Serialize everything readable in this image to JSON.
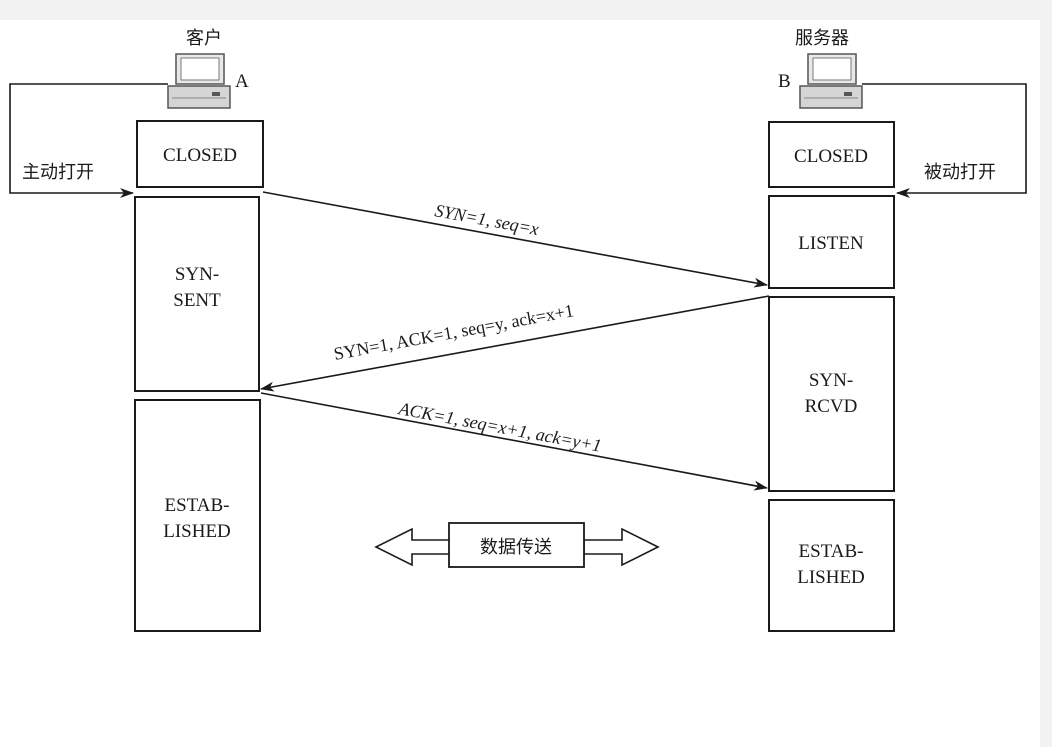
{
  "client": {
    "title": "客户",
    "letter": "A",
    "open_label": "主动打开"
  },
  "server": {
    "title": "服务器",
    "letter": "B",
    "open_label": "被动打开"
  },
  "client_states": [
    {
      "line1": "CLOSED",
      "line2": ""
    },
    {
      "line1": "SYN-",
      "line2": "SENT"
    },
    {
      "line1": "ESTAB-",
      "line2": "LISHED"
    }
  ],
  "server_states": [
    {
      "line1": "CLOSED",
      "line2": ""
    },
    {
      "line1": "LISTEN",
      "line2": ""
    },
    {
      "line1": "SYN-",
      "line2": "RCVD"
    },
    {
      "line1": "ESTAB-",
      "line2": "LISHED"
    }
  ],
  "messages": [
    {
      "text": "SYN=1, seq=x"
    },
    {
      "text": "SYN=1, ACK=1, seq=y, ack=x+1"
    },
    {
      "text": "ACK=1, seq=x+1, ack=y+1"
    }
  ],
  "data_transfer": {
    "label": "数据传送"
  }
}
